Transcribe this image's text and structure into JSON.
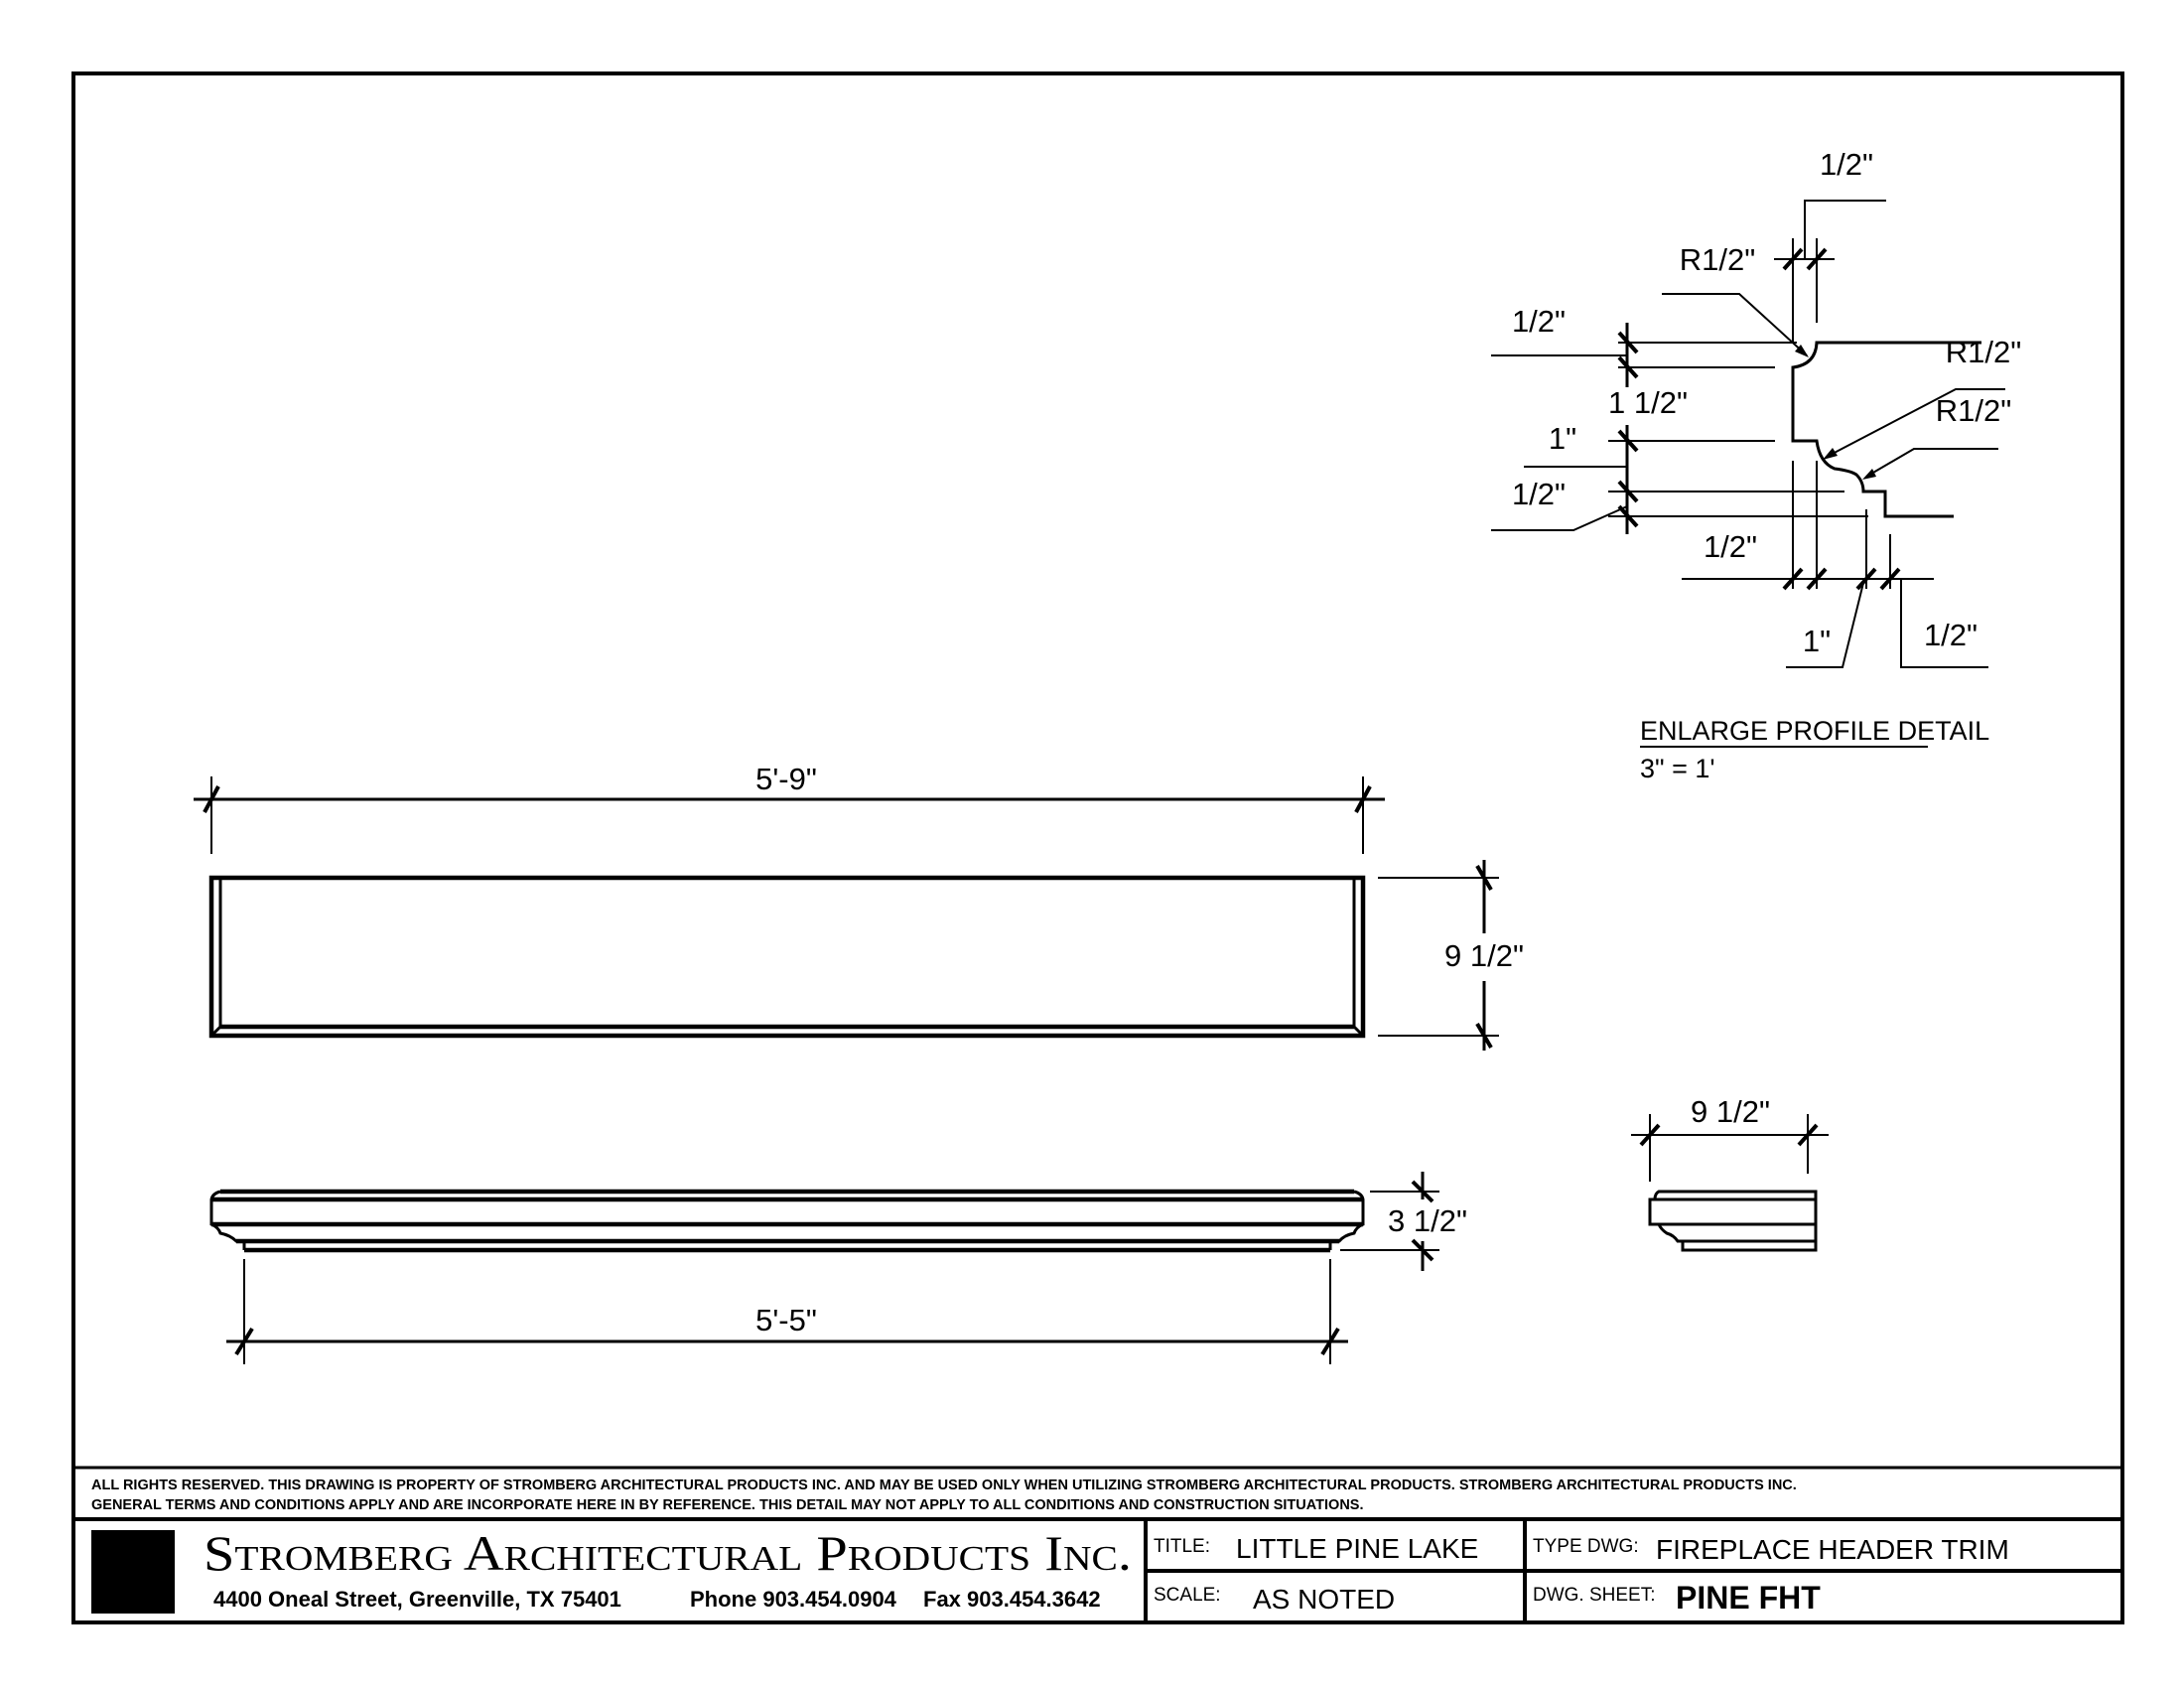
{
  "drawing": {
    "front_view": {
      "length_dim": "5'-9\"",
      "height_dim": "9 1/2\""
    },
    "top_view": {
      "length_dim": "5'-5\"",
      "depth_dim": "3 1/2\""
    },
    "end_view": {
      "width_dim": "9 1/2\""
    },
    "profile_detail": {
      "title": "ENLARGE PROFILE DETAIL",
      "scale": "3\" = 1'",
      "dims": {
        "top_width": "1/2\"",
        "radius_upper_left": "R1/2\"",
        "radius_upper_right": "R1/2\"",
        "radius_lower": "R1/2\"",
        "left_top": "1/2\"",
        "left_mid": "1 1/2\"",
        "left_one": "1\"",
        "left_bottom": "1/2\"",
        "bottom_left": "1/2\"",
        "bottom_mid": "1\"",
        "bottom_right": "1/2\""
      }
    }
  },
  "disclaimer": {
    "line1": "ALL RIGHTS RESERVED. THIS DRAWING IS PROPERTY OF STROMBERG ARCHITECTURAL PRODUCTS INC. AND MAY BE USED ONLY WHEN UTILIZING STROMBERG ARCHITECTURAL PRODUCTS.  STROMBERG ARCHITECTURAL PRODUCTS INC.",
    "line2": "GENERAL TERMS AND CONDITIONS APPLY AND ARE INCORPORATE HERE IN BY REFERENCE.  THIS DETAIL MAY NOT APPLY TO ALL CONDITIONS AND CONSTRUCTION SITUATIONS."
  },
  "title_block": {
    "company": "Stromberg Architectural Products Inc.",
    "address": "4400 Oneal Street, Greenville, TX  75401",
    "phone": "Phone 903.454.0904",
    "fax": "Fax 903.454.3642",
    "title_label": "TITLE:",
    "title_value": "LITTLE PINE LAKE",
    "scale_label": "SCALE:",
    "scale_value": "AS NOTED",
    "type_label": "TYPE DWG:",
    "type_value": "FIREPLACE HEADER TRIM",
    "sheet_label": "DWG. SHEET:",
    "sheet_value": "PINE FHT"
  }
}
